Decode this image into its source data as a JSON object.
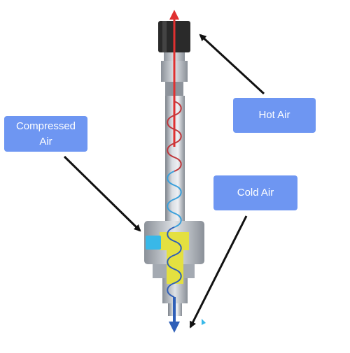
{
  "labels": {
    "compressed_air": "Compressed\nAir",
    "hot_air": "Hot Air",
    "cold_air": "Cold Air"
  },
  "colors": {
    "label_box": "#6e96f2",
    "hot_flow": "#e03030",
    "cold_flow": "#2f5fb8",
    "inlet": "#38b8e8",
    "body_yellow": "#e4e040",
    "tube_gray": "#9aa0a8",
    "hot_cap": "#2a2a2a"
  },
  "icons": [
    "hot-flow-arrow-icon",
    "cold-flow-arrow-icon"
  ]
}
